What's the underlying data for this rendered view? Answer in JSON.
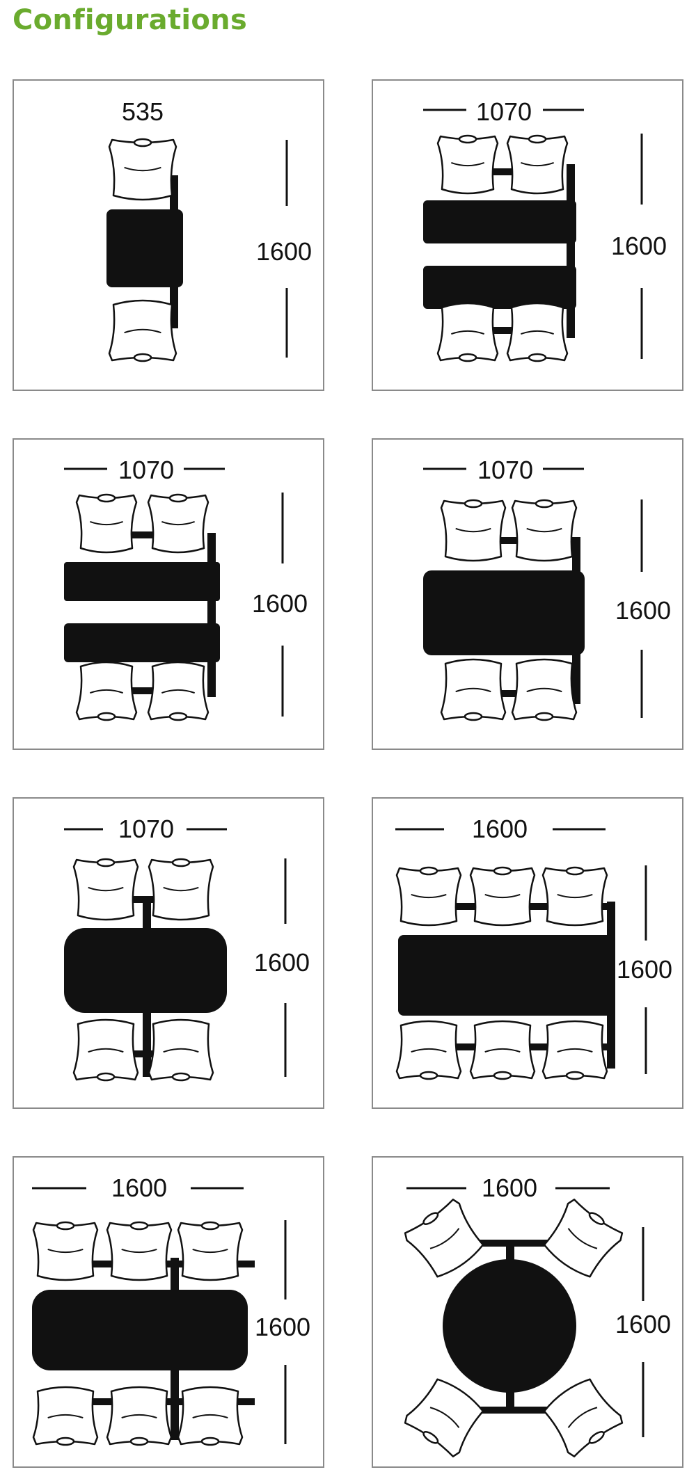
{
  "title": "Configurations",
  "colors": {
    "title": "#6aab2e",
    "border": "#8a8a8a",
    "ink": "#111111"
  },
  "configurations": [
    {
      "width_label": "535",
      "height_label": "1600"
    },
    {
      "width_label": "1070",
      "height_label": "1600"
    },
    {
      "width_label": "1070",
      "height_label": "1600"
    },
    {
      "width_label": "1070",
      "height_label": "1600"
    },
    {
      "width_label": "1070",
      "height_label": "1600"
    },
    {
      "width_label": "1600",
      "height_label": "1600"
    },
    {
      "width_label": "1600",
      "height_label": "1600"
    },
    {
      "width_label": "1600",
      "height_label": "1600"
    }
  ]
}
